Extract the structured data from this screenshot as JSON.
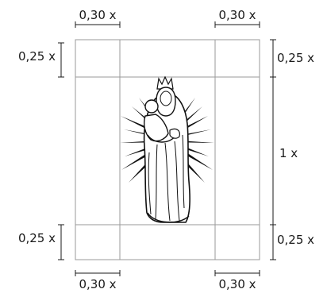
{
  "dimensions": {
    "top_left": "0,30 x",
    "top_right": "0,30 x",
    "bottom_left": "0,30 x",
    "bottom_right": "0,30 x",
    "left_top": "0,25 x",
    "left_bottom": "0,25 x",
    "right_top": "0,25 x",
    "right_middle": "1 x",
    "right_bottom": "0,25 x"
  },
  "figure": {
    "icon": "madonna-and-child-icon"
  },
  "colors": {
    "grid_line": "#9a9a9a",
    "dim_line": "#1a1a1a",
    "figure": "#111111"
  }
}
